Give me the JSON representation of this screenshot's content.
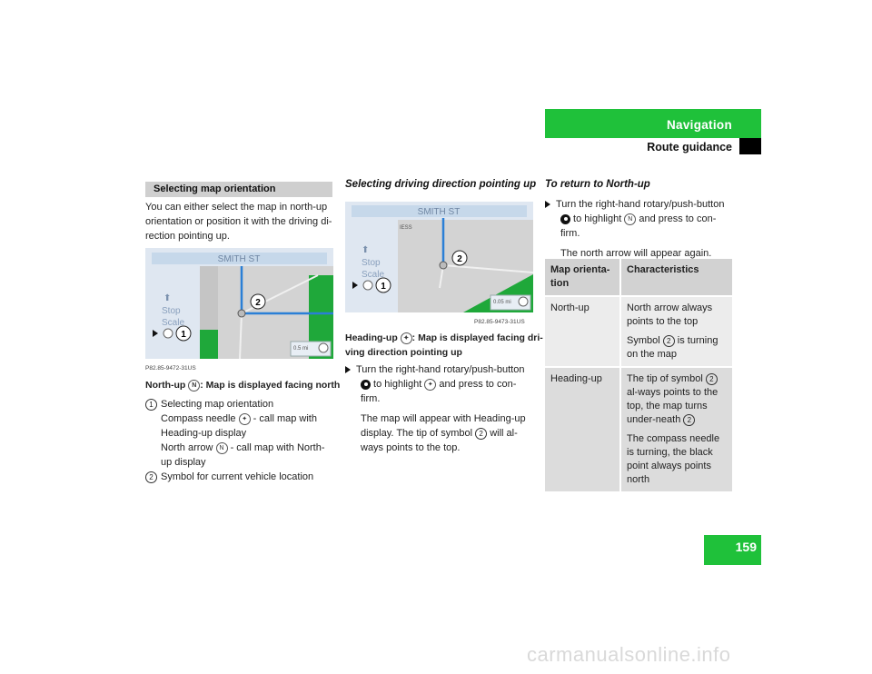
{
  "header": {
    "title": "Navigation",
    "subtitle": "Route guidance"
  },
  "page_number": "159",
  "section": {
    "title": "Selecting map orientation"
  },
  "col1": {
    "intro": "You can either select the map in north-up orientation or position it with the driving di-rection pointing up.",
    "intro_lines": [
      "You can either select the map in north-up",
      "orientation or position it with the driving di-",
      "rection pointing up."
    ],
    "map_street": "SMITH ST",
    "map_stop": "Stop",
    "map_scale": "Scale",
    "map_scale_value": "0.5 mi",
    "map_label1": "1",
    "map_label2": "2",
    "fig_code": "P82.85-9472-31US",
    "caption_prefix": "North-up",
    "caption_suffix": ": Map is displayed facing north",
    "item1_num": "1",
    "item1_lines": [
      "Selecting map orientation",
      "Compass needle",
      " - call map with",
      "Heading-up display",
      "North arrow",
      " - call map with North-",
      "up display"
    ],
    "item2_num": "2",
    "item2_text": "Symbol for current vehicle location"
  },
  "col2": {
    "heading": "Selecting driving direction pointing up",
    "map_street": "SMITH ST",
    "map_stop": "Stop",
    "map_scale": "Scale",
    "map_scale_value": "0.05 mi",
    "map_label1": "1",
    "map_label2": "2",
    "map_top_text": "IESS",
    "fig_code": "P82.85-9473-31US",
    "caption_prefix": "Heading-up",
    "caption_suffix": ": Map is displayed facing dri-",
    "caption_line2": "ving direction pointing up",
    "step_a": "Turn the right-hand rotary/push-button",
    "step_b": " to highlight ",
    "step_c": " and press to con-",
    "step_d": "firm.",
    "para_a": "The map will appear with Heading-up",
    "para_b": "display. The tip of symbol ",
    "para_c": " will al-",
    "para_d": "ways points to the top."
  },
  "col3": {
    "heading": "To return to North-up",
    "step_a": "Turn the right-hand rotary/push-button",
    "step_b": " to highlight ",
    "step_c": " and press to con-",
    "step_d": "firm.",
    "para": "The north arrow will appear again.",
    "table": {
      "h1a": "Map orienta-",
      "h1b": "tion",
      "h2": "Characteristics",
      "r1c1": "North-up",
      "r1p1": "North arrow always points to the top",
      "r1p2a": "Symbol ",
      "r1p2b": " is turning on the map",
      "r2c1": "Heading-up",
      "r2p1a": "The tip of symbol ",
      "r2p1b": " al-ways points to the top, the map turns under-neath ",
      "r2p2": "The compass needle is turning, the black point always points north"
    }
  },
  "watermark": "carmanualsonline.info",
  "colors": {
    "accent": "#1fc13a",
    "section_bar": "#cfcfcf"
  }
}
